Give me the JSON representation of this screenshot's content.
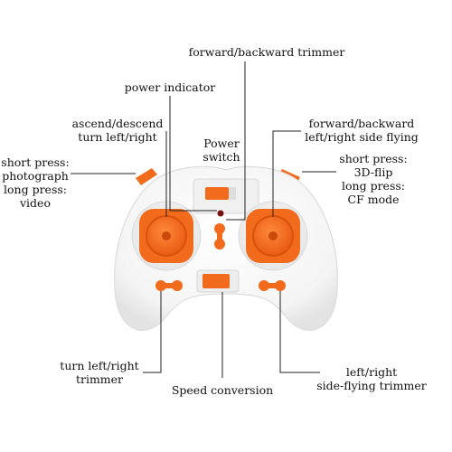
{
  "labels": {
    "fb_trimmer": "forward/backward trimmer",
    "power_indicator": "power indicator",
    "ascend_l1": "ascend/descend",
    "ascend_l2": "turn left/right",
    "power_switch_l1": "Power",
    "power_switch_l2": "switch",
    "fb_flying_l1": "forward/backward",
    "fb_flying_l2": "left/right side flying",
    "left_btn_l1": "short press:",
    "left_btn_l2": "photograph",
    "left_btn_l3": "long press:",
    "left_btn_l4": "video",
    "right_btn_l1": "short press:",
    "right_btn_l2": "3D-flip",
    "right_btn_l3": "long press:",
    "right_btn_l4": "CF mode",
    "turn_trimmer_l1": "turn left/right",
    "turn_trimmer_l2": "trimmer",
    "speed_conversion": "Speed conversion",
    "side_trimmer_l1": "left/right",
    "side_trimmer_l2": "side-flying trimmer"
  },
  "colors": {
    "accent": "#f26a1b",
    "accent_dark": "#d9520c",
    "body": "#f7f7f7",
    "line": "#222222"
  }
}
